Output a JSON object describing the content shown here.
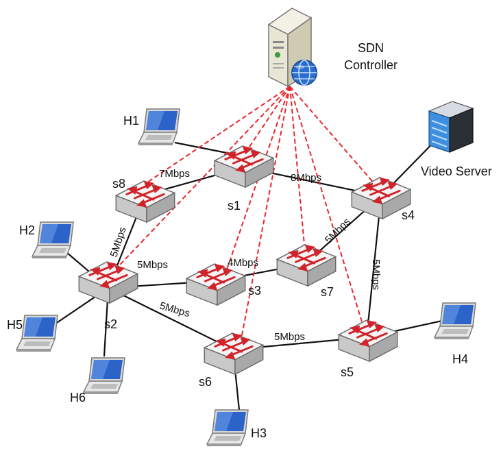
{
  "controller": {
    "line1": "SDN",
    "line2": "Controller"
  },
  "video_server": {
    "label": "Video Server"
  },
  "switches": {
    "s1": "s1",
    "s2": "s2",
    "s3": "s3",
    "s4": "s4",
    "s5": "s5",
    "s6": "s6",
    "s7": "s7",
    "s8": "s8"
  },
  "hosts": {
    "h1": "H1",
    "h2": "H2",
    "h3": "H3",
    "h4": "H4",
    "h5": "H5",
    "h6": "H6"
  },
  "links": {
    "s8_s1": "7Mbps",
    "s1_s4": "8Mbps",
    "s8_s2": "5Mbps",
    "s2_s3": "5Mbps",
    "s3_s7": "4Mbps",
    "s7_s4": "5Mbps",
    "s4_s5": "5Mbps",
    "s2_s6": "5Mbps",
    "s6_s5": "5Mbps"
  },
  "colors": {
    "control_link": "#e8262b",
    "data_link": "#111111",
    "switch_top": "#f2f2f2",
    "switch_side": "#bdbdbd",
    "switch_arrow": "#d2232a",
    "laptop_screen": "#2b63c9",
    "server_accent": "#3f8fe0"
  }
}
